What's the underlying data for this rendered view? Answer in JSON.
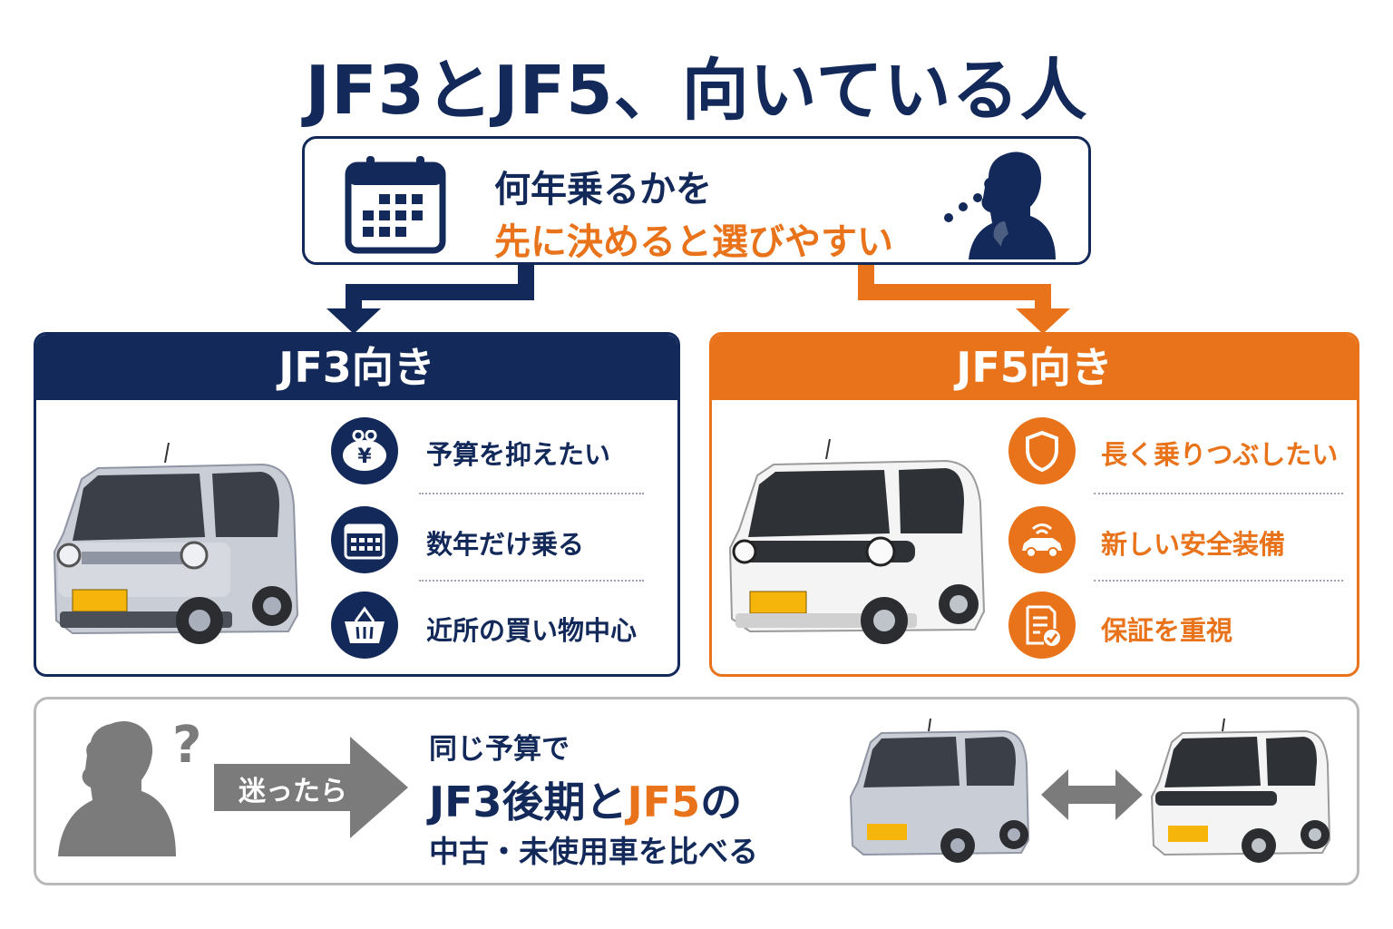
{
  "title": "JF3とJF5、向いている人",
  "top_box": {
    "line1": "何年乗るかを",
    "line2": "先に決めると選びやすい"
  },
  "jf3_panel": {
    "header": "JF3向き",
    "items": [
      {
        "icon": "yen-purse-icon",
        "label": "予算を抑えたい"
      },
      {
        "icon": "calendar-icon",
        "label": "数年だけ乗る"
      },
      {
        "icon": "shopping-basket-icon",
        "label": "近所の買い物中心"
      }
    ]
  },
  "jf5_panel": {
    "header": "JF5向き",
    "items": [
      {
        "icon": "shield-icon",
        "label": "長く乗りつぶしたい"
      },
      {
        "icon": "car-sensor-icon",
        "label": "新しい安全装備"
      },
      {
        "icon": "warranty-document-icon",
        "label": "保証を重視"
      }
    ]
  },
  "bottom": {
    "arrow_label": "迷ったら",
    "line1": "同じ予算で",
    "line2_a": "JF3後期と",
    "line2_b": "JF5",
    "line2_c": "の",
    "line3": "中古・未使用車を比べる"
  },
  "colors": {
    "navy": "#12295a",
    "orange": "#e8731a",
    "gray": "#7b7b7b",
    "silver_car": "#c9cdd6",
    "white_car": "#f4f4f4"
  }
}
